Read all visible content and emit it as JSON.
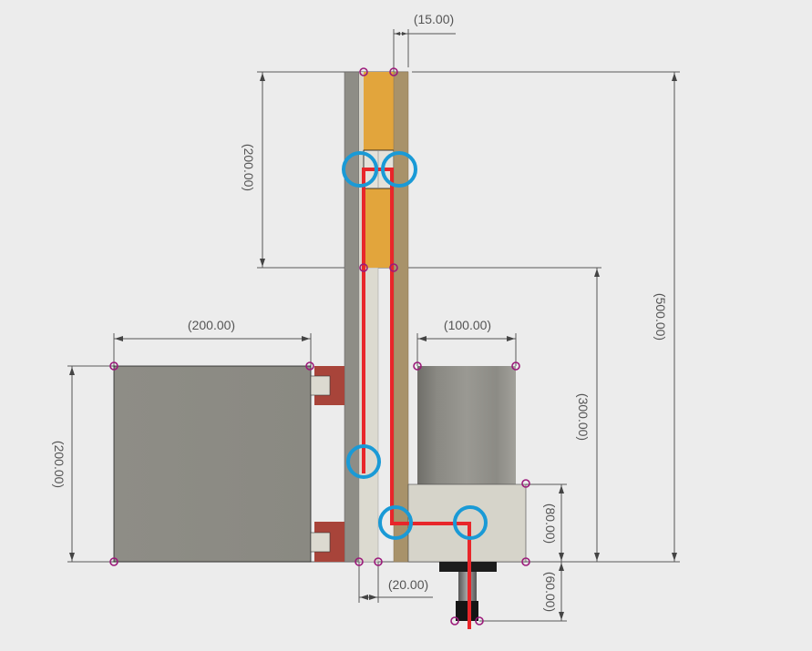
{
  "dimensions": {
    "top_gap": "(15.00)",
    "upper_block_height": "(200.00)",
    "total_height": "(500.00)",
    "lower_height": "(300.00)",
    "left_box_width": "(200.00)",
    "left_box_height": "(200.00)",
    "motor_width": "(100.00)",
    "spindle_block_height": "(80.00)",
    "tool_length": "(60.00)",
    "rail_gap": "(20.00)"
  },
  "colors": {
    "background": "#ececec",
    "path": "#e8262a",
    "highlight_circle": "#1a9ad6",
    "sketch_point": "#9b1a7a",
    "orange_block": "#e2a53c",
    "tan_rail": "#a8926a",
    "bracket": "#a8443a"
  }
}
